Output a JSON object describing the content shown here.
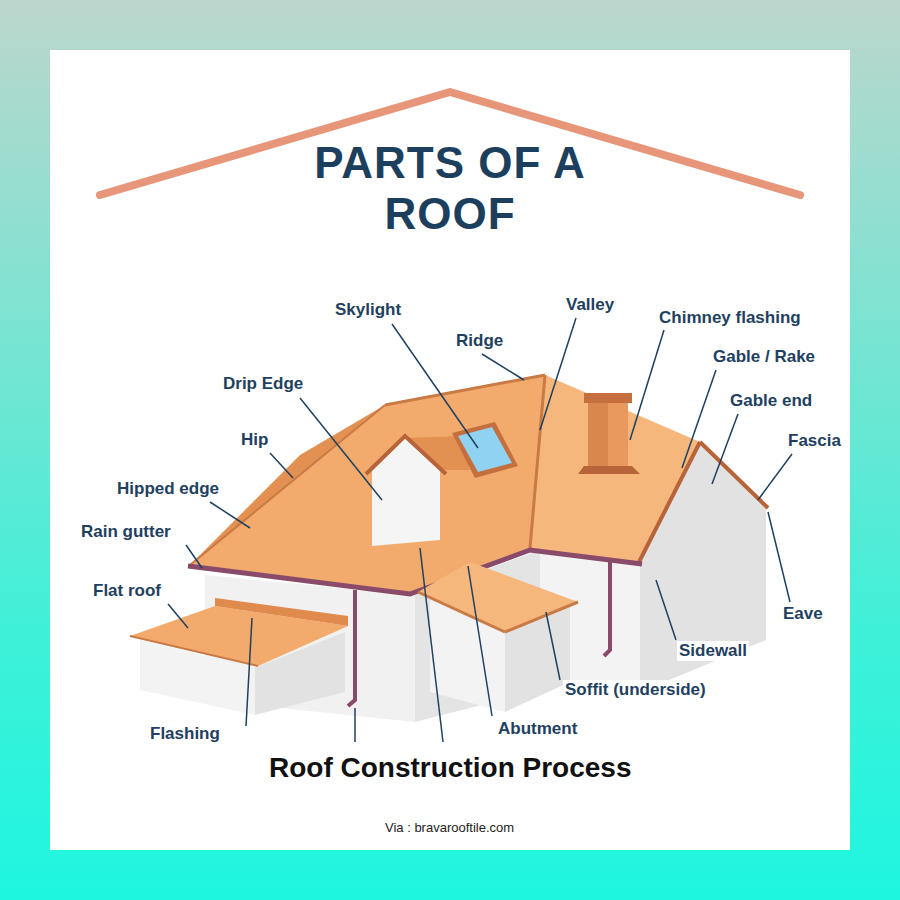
{
  "diagram": {
    "title": "PARTS OF A ROOF",
    "caption": "Roof Construction Process",
    "labels": [
      "Skylight",
      "Valley",
      "Chimney flashing",
      "Ridge",
      "Gable / Rake",
      "Drip Edge",
      "Gable end",
      "Hip",
      "Fascia",
      "Hipped edge",
      "Rain gutter",
      "Flat roof",
      "Eave",
      "Sidewall",
      "Soffit (underside)",
      "Abutment",
      "Flashing",
      "Via : bravarooftile.com"
    ]
  }
}
